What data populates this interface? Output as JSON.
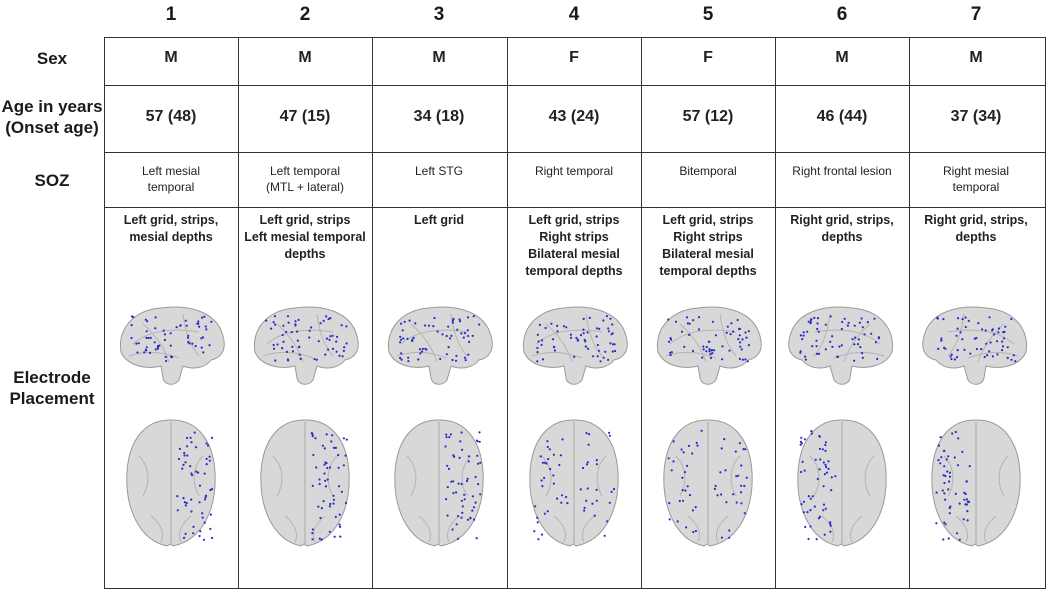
{
  "columns": [
    {
      "num": "1",
      "sex": "M",
      "age": "57 (48)",
      "soz": "Left mesial\ntemporal",
      "placement": "Left grid, strips,\nmesial depths",
      "sag_view": "left",
      "axial_side": "right",
      "electrode_color": "#2a2ac8"
    },
    {
      "num": "2",
      "sex": "M",
      "age": "47 (15)",
      "soz": "Left temporal\n(MTL + lateral)",
      "placement": "Left grid, strips\nLeft mesial temporal\ndepths",
      "sag_view": "left",
      "axial_side": "right",
      "electrode_color": "#2a2ac8"
    },
    {
      "num": "3",
      "sex": "M",
      "age": "34 (18)",
      "soz": "Left STG",
      "placement": "Left grid",
      "sag_view": "left",
      "axial_side": "right",
      "electrode_color": "#2a2ac8"
    },
    {
      "num": "4",
      "sex": "F",
      "age": "43 (24)",
      "soz": "Right temporal",
      "placement": "Left grid, strips\nRight strips\nBilateral mesial\ntemporal depths",
      "sag_view": "left",
      "axial_side": "both",
      "electrode_color": "#2a2ac8"
    },
    {
      "num": "5",
      "sex": "F",
      "age": "57 (12)",
      "soz": "Bitemporal",
      "placement": "Left grid, strips\nRight strips\nBilateral mesial\ntemporal depths",
      "sag_view": "left",
      "axial_side": "both",
      "electrode_color": "#2a2ac8"
    },
    {
      "num": "6",
      "sex": "M",
      "age": "46 (44)",
      "soz": "Right frontal lesion",
      "placement": "Right grid, strips,\ndepths",
      "sag_view": "right",
      "axial_side": "left",
      "electrode_color": "#2a2ac8"
    },
    {
      "num": "7",
      "sex": "M",
      "age": "37 (34)",
      "soz": "Right mesial\ntemporal",
      "placement": "Right grid, strips,\ndepths",
      "sag_view": "right",
      "axial_side": "left",
      "electrode_color": "#2a2ac8"
    }
  ],
  "row_labels": {
    "sex": "Sex",
    "age": "Age in years\n(Onset age)",
    "soz": "SOZ",
    "electrode": "Electrode\nPlacement"
  },
  "colors": {
    "grid_line": "#333333",
    "brain_fill": "#d8d8d8",
    "brain_edge": "#9a9a9a",
    "electrode": "#2a2ac8"
  }
}
